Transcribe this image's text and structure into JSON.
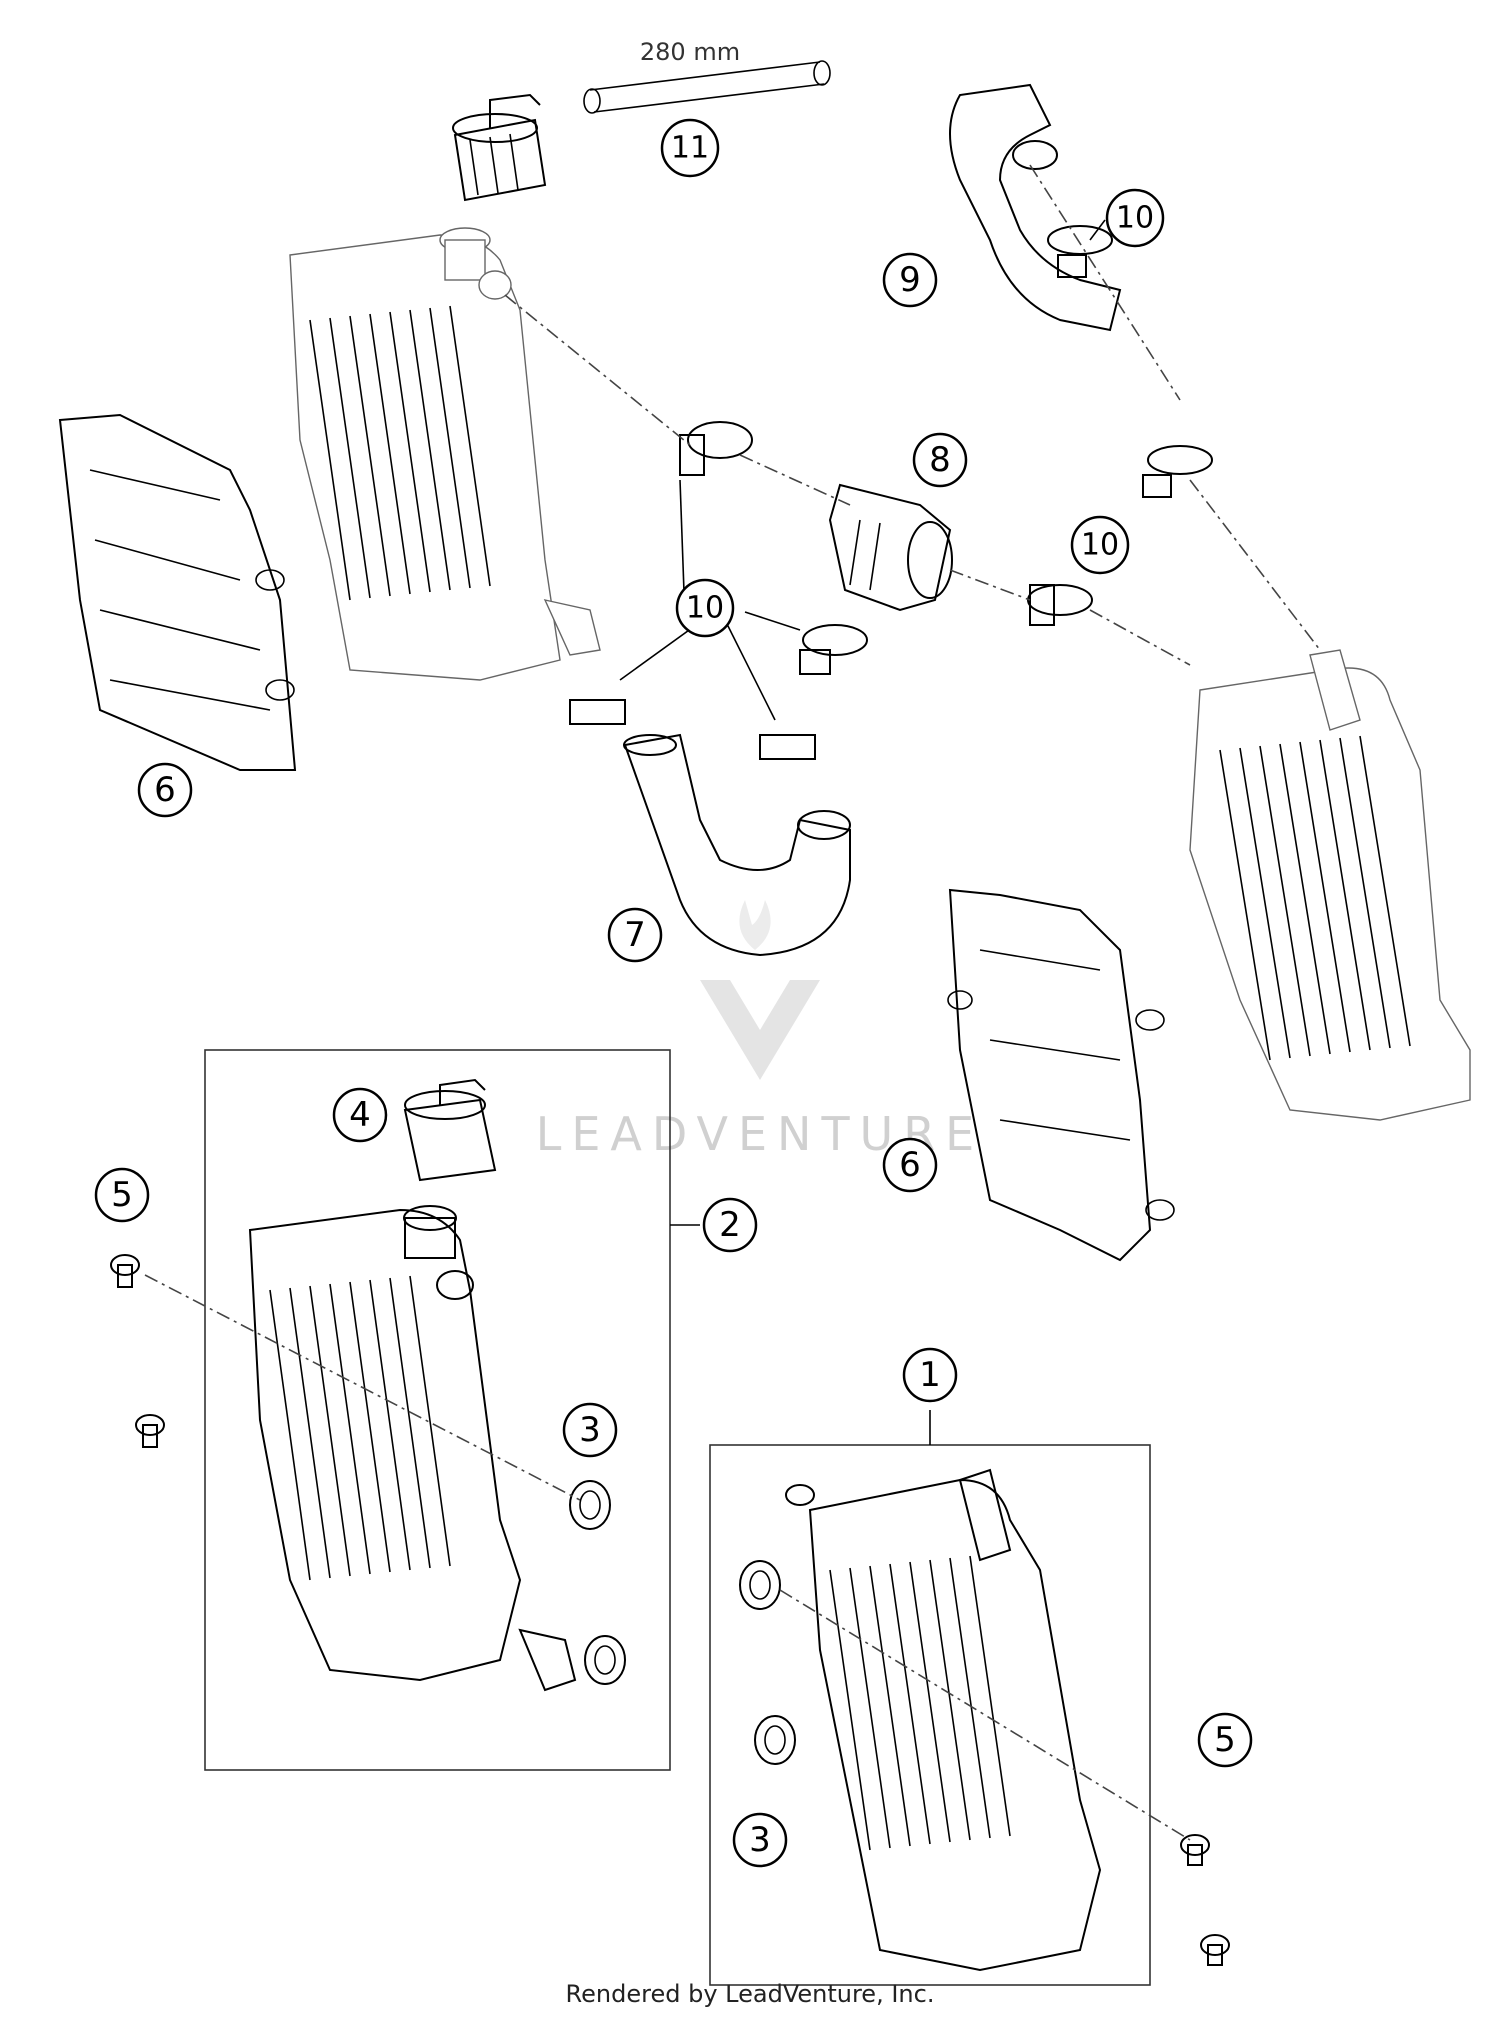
{
  "dimension_label": "280 mm",
  "watermark": "LEADVENTURE",
  "footer": "Rendered by LeadVenture, Inc.",
  "callouts": {
    "c1": "1",
    "c2": "2",
    "c3a": "3",
    "c3b": "3",
    "c4": "4",
    "c5a": "5",
    "c5b": "5",
    "c6a": "6",
    "c6b": "6",
    "c7": "7",
    "c8": "8",
    "c9": "9",
    "c10a": "10",
    "c10b": "10",
    "c10c": "10",
    "c11": "11"
  }
}
